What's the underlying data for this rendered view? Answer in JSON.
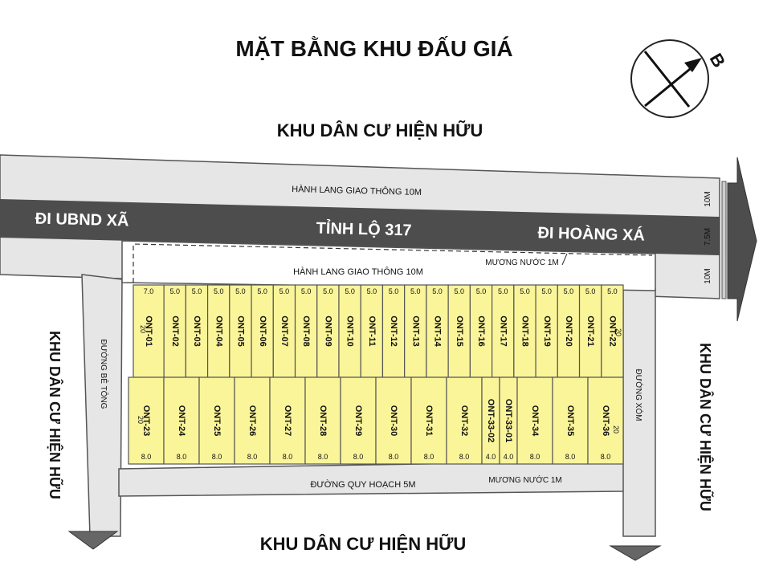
{
  "title": "MẶT BẰNG KHU ĐẤU GIÁ",
  "compass": {
    "label": "B"
  },
  "labels": {
    "top_area": "KHU DÂN CƯ HIỆN HỮU",
    "bottom_area": "KHU DÂN CƯ HIỆN HỮU",
    "left_area": "KHU DÂN CƯ HIỆN HỮU",
    "right_area": "KHU DÂN CƯ HIỆN HỮU",
    "corridor_top": "HÀNH LANG GIAO THÔNG 10M",
    "corridor_bottom": "HÀNH LANG GIAO THÔNG 10M",
    "road_name": "TỈNH LỘ 317",
    "road_left": "ĐI UBND XÃ",
    "road_right": "ĐI HOÀNG XÁ",
    "drain_top": "MƯƠNG NƯỚC 1M",
    "drain_bottom": "MƯƠNG NƯỚC 1M",
    "road_concrete": "ĐƯỜNG BÊ TÔNG",
    "road_hamlet": "ĐƯỜNG XÓM",
    "road_planned": "ĐƯỜNG QUY HOẠCH 5M",
    "width_10m_top": "10M",
    "width_7_5m": "7.5M",
    "width_10m_bottom": "10M"
  },
  "row1": {
    "depth_left": "20",
    "depth_right": "20",
    "lots": [
      {
        "id": "ONT-01",
        "width": "7.0"
      },
      {
        "id": "ONT-02",
        "width": "5.0"
      },
      {
        "id": "ONT-03",
        "width": "5.0"
      },
      {
        "id": "ONT-04",
        "width": "5.0"
      },
      {
        "id": "ONT-05",
        "width": "5.0"
      },
      {
        "id": "ONT-06",
        "width": "5.0"
      },
      {
        "id": "ONT-07",
        "width": "5.0"
      },
      {
        "id": "ONT-08",
        "width": "5.0"
      },
      {
        "id": "ONT-09",
        "width": "5.0"
      },
      {
        "id": "ONT-10",
        "width": "5.0"
      },
      {
        "id": "ONT-11",
        "width": "5.0"
      },
      {
        "id": "ONT-12",
        "width": "5.0"
      },
      {
        "id": "ONT-13",
        "width": "5.0"
      },
      {
        "id": "ONT-14",
        "width": "5.0"
      },
      {
        "id": "ONT-15",
        "width": "5.0"
      },
      {
        "id": "ONT-16",
        "width": "5.0"
      },
      {
        "id": "ONT-17",
        "width": "5.0"
      },
      {
        "id": "ONT-18",
        "width": "5.0"
      },
      {
        "id": "ONT-19",
        "width": "5.0"
      },
      {
        "id": "ONT-20",
        "width": "5.0"
      },
      {
        "id": "ONT-21",
        "width": "5.0"
      },
      {
        "id": "ONT-22",
        "width": "5.0"
      }
    ]
  },
  "row2": {
    "depth_left": "20",
    "depth_right": "20",
    "lots": [
      {
        "id": "ONT-23",
        "width": "8.0"
      },
      {
        "id": "ONT-24",
        "width": "8.0"
      },
      {
        "id": "ONT-25",
        "width": "8.0"
      },
      {
        "id": "ONT-26",
        "width": "8.0"
      },
      {
        "id": "ONT-27",
        "width": "8.0"
      },
      {
        "id": "ONT-28",
        "width": "8.0"
      },
      {
        "id": "ONT-29",
        "width": "8.0"
      },
      {
        "id": "ONT-30",
        "width": "8.0"
      },
      {
        "id": "ONT-31",
        "width": "8.0"
      },
      {
        "id": "ONT-32",
        "width": "8.0"
      },
      {
        "id": "ONT-33-02",
        "width": "4.0"
      },
      {
        "id": "ONT-33-01",
        "width": "4.0"
      },
      {
        "id": "ONT-34",
        "width": "8.0"
      },
      {
        "id": "ONT-35",
        "width": "8.0"
      },
      {
        "id": "ONT-36",
        "width": "8.0"
      }
    ]
  },
  "colors": {
    "lot_fill": "#fbf59a",
    "road_dark": "#4d4d4d",
    "road_light": "#e6e6e6",
    "outline": "#555555",
    "text": "#111111"
  }
}
